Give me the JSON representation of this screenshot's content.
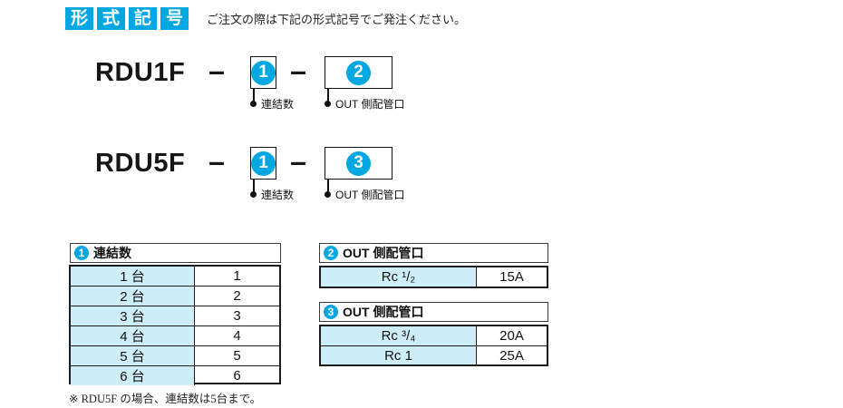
{
  "badge": {
    "chars": [
      "形",
      "式",
      "記",
      "号"
    ]
  },
  "intro": "ご注文の際は下記の形式記号でご発注ください。",
  "colors": {
    "accent": "#00a7e0",
    "cell_bg": "#cdeef8"
  },
  "diagrams": [
    {
      "model": "RDU1F",
      "separator": "–",
      "slots": [
        {
          "num": "1",
          "label": "連結数"
        },
        {
          "num": "2",
          "label": "OUT 側配管口"
        }
      ]
    },
    {
      "model": "RDU5F",
      "separator": "–",
      "slots": [
        {
          "num": "1",
          "label": "連結数"
        },
        {
          "num": "3",
          "label": "OUT 側配管口"
        }
      ]
    }
  ],
  "tables": [
    {
      "num": "1",
      "title": "連結数",
      "rows": [
        [
          "1 台",
          "1"
        ],
        [
          "2 台",
          "2"
        ],
        [
          "3 台",
          "3"
        ],
        [
          "4 台",
          "4"
        ],
        [
          "5 台",
          "5"
        ],
        [
          "6 台",
          "6"
        ]
      ]
    },
    {
      "num": "2",
      "title": "OUT 側配管口",
      "rows": [
        [
          "Rc ¹/₂",
          "15A"
        ]
      ]
    },
    {
      "num": "3",
      "title": "OUT 側配管口",
      "rows": [
        [
          "Rc ³/₄",
          "20A"
        ],
        [
          "Rc 1",
          "25A"
        ]
      ]
    }
  ],
  "footnote": "※ RDU5F の場合、連結数は5台まで。"
}
